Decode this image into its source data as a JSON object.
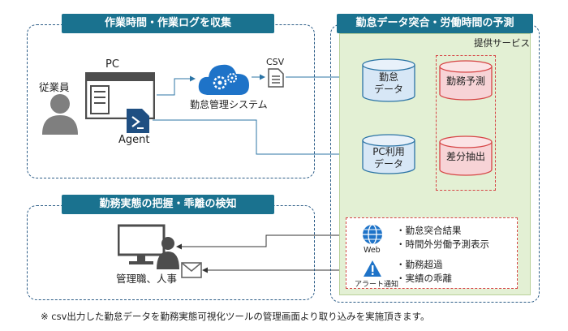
{
  "panels": {
    "collect": {
      "title": "作業時間・作業ログを収集"
    },
    "forecast": {
      "title": "勤怠データ突合・労働時間の予測"
    },
    "detect": {
      "title": "勤務実態の把握・乖離の検知"
    }
  },
  "collect": {
    "employee_label": "従業員",
    "pc_label": "PC",
    "agent_label": "Agent",
    "attendance_system_label": "勤怠管理システム",
    "csv_label": "CSV"
  },
  "forecast": {
    "service_label": "提供サービス",
    "attendance_data": [
      "勤怠",
      "データ"
    ],
    "pc_usage_data": [
      "PC利用",
      "データ"
    ],
    "work_forecast": "勤務予測",
    "diff_extract": "差分抽出"
  },
  "results": {
    "web_label": "Web",
    "alert_label": "アラート通知",
    "web_items": [
      "勤怠突合結果",
      "時間外労働予測表示"
    ],
    "alert_items": [
      "勤務超過",
      "実績の乖離"
    ]
  },
  "detect": {
    "manager_label": "管理職、人事"
  },
  "footnote": "※ csv出力した勤怠データを勤務実態可視化ツールの管理画面より取り込みを実施頂きます。",
  "colors": {
    "panel_title": "#1a728f",
    "dashed_border": "#2d5d87",
    "green_area": "#e3f0d4",
    "red_dashed": "#d64545",
    "cylinder_blue": "#d7e7f6",
    "cylinder_pink": "#f7d3d6",
    "connector": "#2c74a5",
    "sync_arrow": "#e02020",
    "down_arrow": "#e1997a"
  },
  "icons": [
    "person-icon",
    "pc-window-icon",
    "agent-terminal-icon",
    "cloud-gear-icon",
    "csv-file-icon",
    "web-globe-icon",
    "alert-icon",
    "monitor-icon",
    "mail-icon"
  ]
}
